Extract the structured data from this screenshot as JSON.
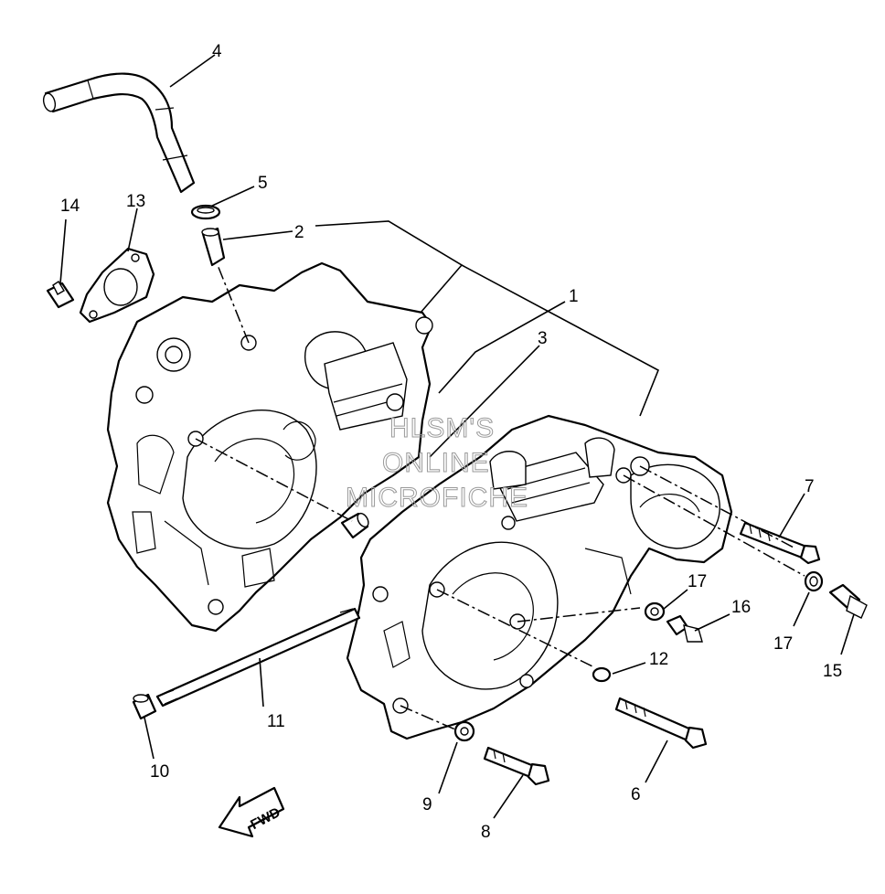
{
  "watermark": {
    "line1": "HLSM'S",
    "line2": "ONLINE",
    "line3": "MICROFICHE"
  },
  "direction_arrow": {
    "label": "FWD"
  },
  "callouts": [
    {
      "id": "1",
      "text": "1"
    },
    {
      "id": "2",
      "text": "2"
    },
    {
      "id": "3",
      "text": "3"
    },
    {
      "id": "4",
      "text": "4"
    },
    {
      "id": "5",
      "text": "5"
    },
    {
      "id": "6",
      "text": "6"
    },
    {
      "id": "7",
      "text": "7"
    },
    {
      "id": "8",
      "text": "8"
    },
    {
      "id": "9",
      "text": "9"
    },
    {
      "id": "10",
      "text": "10"
    },
    {
      "id": "11",
      "text": "11"
    },
    {
      "id": "12",
      "text": "12"
    },
    {
      "id": "13",
      "text": "13"
    },
    {
      "id": "14",
      "text": "14"
    },
    {
      "id": "15",
      "text": "15"
    },
    {
      "id": "16",
      "text": "16"
    },
    {
      "id": "17a",
      "text": "17"
    },
    {
      "id": "17b",
      "text": "17"
    }
  ]
}
